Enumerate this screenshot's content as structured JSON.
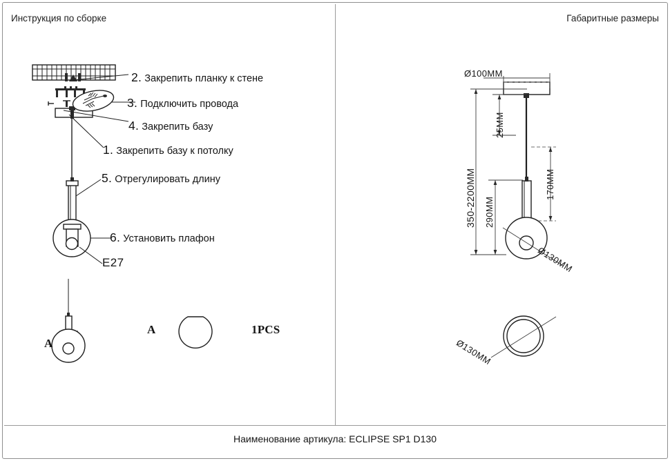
{
  "headers": {
    "left": "Инструкция по сборке",
    "right": "Габаритные размеры"
  },
  "footer": {
    "text": "Наименование артикула: ECLIPSE SP1 D130"
  },
  "assembly": {
    "steps": [
      {
        "num": "2.",
        "text": "Закрепить планку к стене"
      },
      {
        "num": "3.",
        "text": "Подключить провода"
      },
      {
        "num": "4.",
        "text": "Закрепить базу"
      },
      {
        "num": "1.",
        "text": "Закрепить базу к потолку"
      },
      {
        "num": "5.",
        "text": "Отрегулировать длину"
      },
      {
        "num": "6.",
        "text": "Установить плафон"
      }
    ],
    "socket_label": "E27"
  },
  "parts": {
    "drawing_letter": "A",
    "item_letter": "A",
    "quantity": "1PCS"
  },
  "dimensions": {
    "canopy_diameter": "Ø100MM",
    "canopy_height": "25MM",
    "cord_range": "350-2200MM",
    "body_height": "170MM",
    "fixture_height": "290MM",
    "shade_diameter": "Ø130MM",
    "bottom_view_diameter": "Ø130MM"
  },
  "colors": {
    "line": "#1f1f1f",
    "dimension": "#3b3b3b",
    "border": "#8e8e8e",
    "background": "#ffffff"
  }
}
